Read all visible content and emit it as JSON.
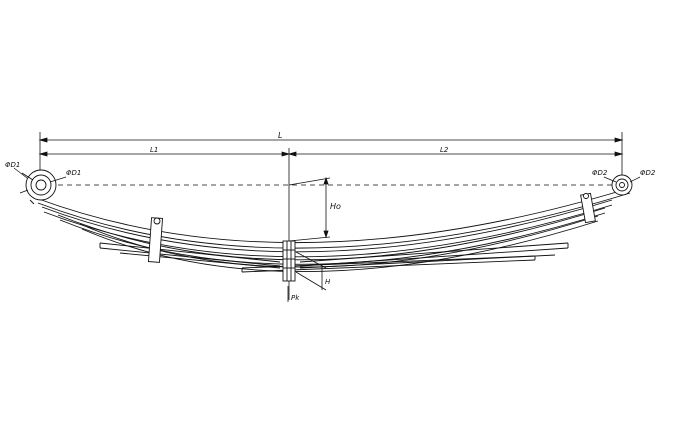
{
  "labels": {
    "total_length": "L",
    "left_length": "L1",
    "right_length": "L2",
    "left_eye_inner": "ΦD1",
    "left_eye_outer": "ΦD1",
    "right_eye_inner": "ΦD2",
    "right_eye_outer": "ΦD2",
    "free_camber": "Ho",
    "height": "H",
    "load": "Pk"
  },
  "colors": {
    "line": "#111111",
    "background": "#ffffff"
  }
}
